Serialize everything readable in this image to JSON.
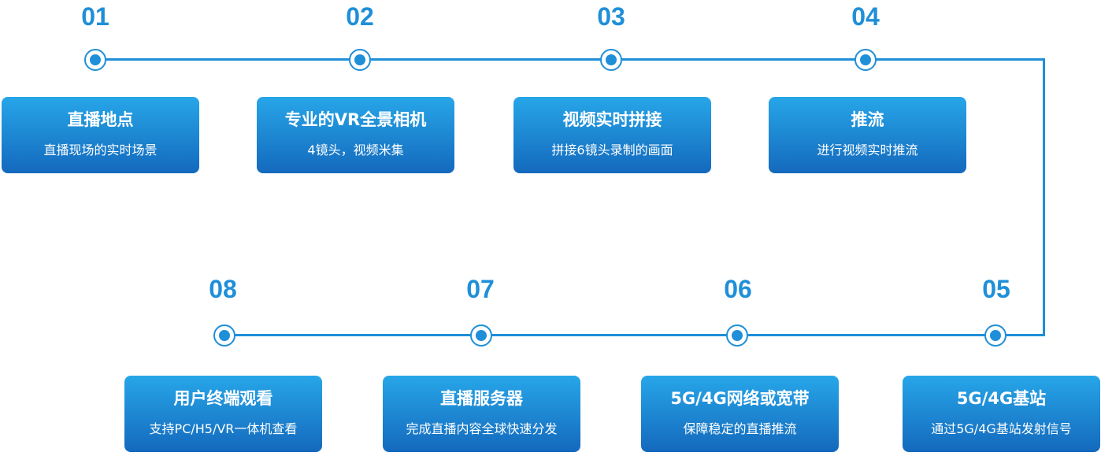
{
  "steps": [
    {
      "number": "01",
      "title": "直播地点",
      "subtitle": "直播现场的实时场景"
    },
    {
      "number": "02",
      "title": "专业的VR全景相机",
      "subtitle": "4镜头，视频米集"
    },
    {
      "number": "03",
      "title": "视频实时拼接",
      "subtitle": "拼接6镜头录制的画面"
    },
    {
      "number": "04",
      "title": "推流",
      "subtitle": "进行视频实时推流"
    },
    {
      "number": "05",
      "title": "5G/4G基站",
      "subtitle": "通过5G/4G基站发射信号"
    },
    {
      "number": "06",
      "title": "5G/4G网络或宽带",
      "subtitle": "保障稳定的直播推流"
    },
    {
      "number": "07",
      "title": "直播服务器",
      "subtitle": "完成直播内容全球快速分发"
    },
    {
      "number": "08",
      "title": "用户终端观看",
      "subtitle": "支持PC/H5/VR一体机查看"
    }
  ],
  "colors": {
    "accent": "#1f8fd8",
    "card_top": "#27a6e8",
    "card_bottom": "#1469bd"
  }
}
